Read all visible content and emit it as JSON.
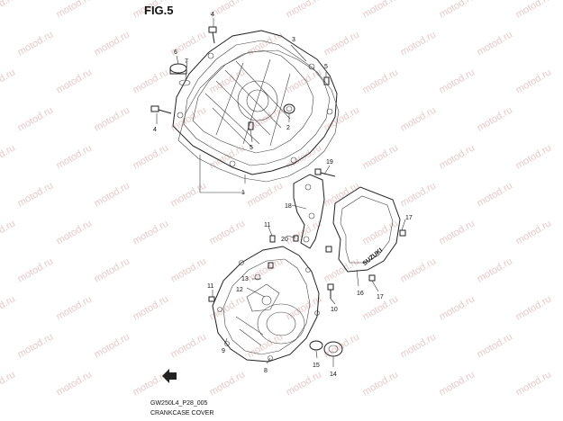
{
  "figure": {
    "title": "FIG.5",
    "code": "GW250L4_P28_005",
    "caption": "CRANKCASE COVER",
    "watermark": "motod.ru",
    "brand_mark": "SUZUKI"
  },
  "callouts": [
    {
      "id": "c-1",
      "text": "1"
    },
    {
      "id": "c-2",
      "text": "2"
    },
    {
      "id": "c-3",
      "text": "3"
    },
    {
      "id": "c-4a",
      "text": "4"
    },
    {
      "id": "c-4b",
      "text": "4"
    },
    {
      "id": "c-5a",
      "text": "5"
    },
    {
      "id": "c-5b",
      "text": "5"
    },
    {
      "id": "c-6",
      "text": "6"
    },
    {
      "id": "c-7",
      "text": "7"
    },
    {
      "id": "c-8",
      "text": "8"
    },
    {
      "id": "c-9",
      "text": "9"
    },
    {
      "id": "c-10",
      "text": "10"
    },
    {
      "id": "c-11a",
      "text": "11"
    },
    {
      "id": "c-11b",
      "text": "11"
    },
    {
      "id": "c-12",
      "text": "12"
    },
    {
      "id": "c-13",
      "text": "13"
    },
    {
      "id": "c-14",
      "text": "14"
    },
    {
      "id": "c-15",
      "text": "15"
    },
    {
      "id": "c-16",
      "text": "16"
    },
    {
      "id": "c-17a",
      "text": "17"
    },
    {
      "id": "c-17b",
      "text": "17"
    },
    {
      "id": "c-18",
      "text": "18"
    },
    {
      "id": "c-19",
      "text": "19"
    },
    {
      "id": "c-20",
      "text": "20"
    }
  ]
}
